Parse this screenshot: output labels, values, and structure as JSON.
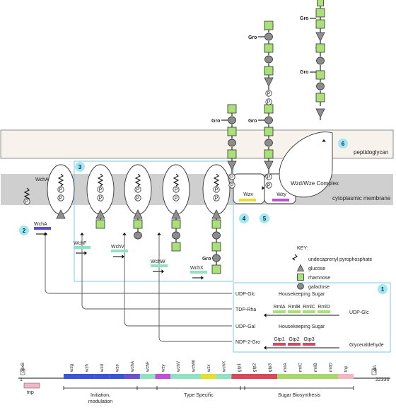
{
  "membranes": {
    "peptidoglycan": "peptidoglycan",
    "cytoplasmic": "cytoplasmic membrane",
    "complex": "Wzd/Wze Complex"
  },
  "steps": [
    "1",
    "2",
    "3",
    "4",
    "5",
    "6"
  ],
  "enzymes": [
    {
      "name": "WchA",
      "color": "#5a4fd0"
    },
    {
      "name": "WchF",
      "color": "#8fe3c4"
    },
    {
      "name": "WchV",
      "color": "#8fe3c4"
    },
    {
      "name": "WchW",
      "color": "#8fe3c4"
    },
    {
      "name": "WchX",
      "color": "#8fe3c4"
    },
    {
      "name": "Wzx",
      "color": "#e4e02a"
    },
    {
      "name": "Wzy",
      "color": "#b94fd8"
    }
  ],
  "membrane_label_wcha": "WchA",
  "gro_label": "Gro",
  "lipid_p": "P",
  "key": {
    "title": "KEY:",
    "items": [
      {
        "icon": "undecaprenyl-icon",
        "label": "undecaprenyl pyrophosphate"
      },
      {
        "icon": "glucose-icon",
        "label": "glucose"
      },
      {
        "icon": "rhamnose-icon",
        "label": "rhamnose"
      },
      {
        "icon": "galactose-icon",
        "label": "galactose"
      }
    ]
  },
  "sugar_box": {
    "rows": [
      {
        "substrate": "UDP-Glc",
        "note": "Housekeeping Sugar",
        "genes": [],
        "precursor": ""
      },
      {
        "substrate": "TDP-Rha",
        "note": "",
        "genes": [
          "RmlA",
          "RmlB",
          "RmlC",
          "RmlD"
        ],
        "precursor": "UDP-Glc"
      },
      {
        "substrate": "UDP-Gal",
        "note": "Housekeeping Sugar",
        "genes": [],
        "precursor": ""
      },
      {
        "substrate": "NDP-2-Gro",
        "note": "",
        "genes": [
          "Gtp1",
          "Gtp2",
          "Gtp3"
        ],
        "precursor": "Glyceraldehyde"
      }
    ]
  },
  "gene_map": {
    "start": "1",
    "end": "22330",
    "flank_left": "dexB",
    "flank_right": "aliA",
    "tnp_label": "tnp",
    "genes": [
      {
        "name": "wzg",
        "color": "#3a55d6"
      },
      {
        "name": "wzh",
        "color": "#3a55d6"
      },
      {
        "name": "wzd",
        "color": "#3a55d6"
      },
      {
        "name": "wze",
        "color": "#3a55d6"
      },
      {
        "name": "wchA",
        "color": "#6b4fd4"
      },
      {
        "name": "wchF",
        "color": "#8fe3c4"
      },
      {
        "name": "wzy",
        "color": "#c24fd8"
      },
      {
        "name": "wchV",
        "color": "#8fe3c4"
      },
      {
        "name": "wchW",
        "color": "#8fe3c4"
      },
      {
        "name": "wzx",
        "color": "#e4e02a"
      },
      {
        "name": "wchX",
        "color": "#8fe3c4"
      },
      {
        "name": "gtp1",
        "color": "#d8485a"
      },
      {
        "name": "gtp2",
        "color": "#d8485a"
      },
      {
        "name": "gtp3",
        "color": "#d8485a"
      },
      {
        "name": "rmlA",
        "color": "#a8d86a"
      },
      {
        "name": "rmlC",
        "color": "#a8d86a"
      },
      {
        "name": "rmlB",
        "color": "#a8d86a"
      },
      {
        "name": "rmlD",
        "color": "#a8d86a"
      },
      {
        "name": "tnp",
        "color": "#f2b6c4"
      }
    ],
    "regions": [
      "Initiation,\nmodulation",
      "Type Specific",
      "Sugar Biosynthesis"
    ]
  },
  "colors": {
    "glucose": "#909090",
    "rhamnose": "#a9e078",
    "galactose": "#8c8c8c",
    "step_badge": "#9fe8f4",
    "membrane": "#cfcfcf",
    "peptidoglycan": "#f8f2ec"
  }
}
